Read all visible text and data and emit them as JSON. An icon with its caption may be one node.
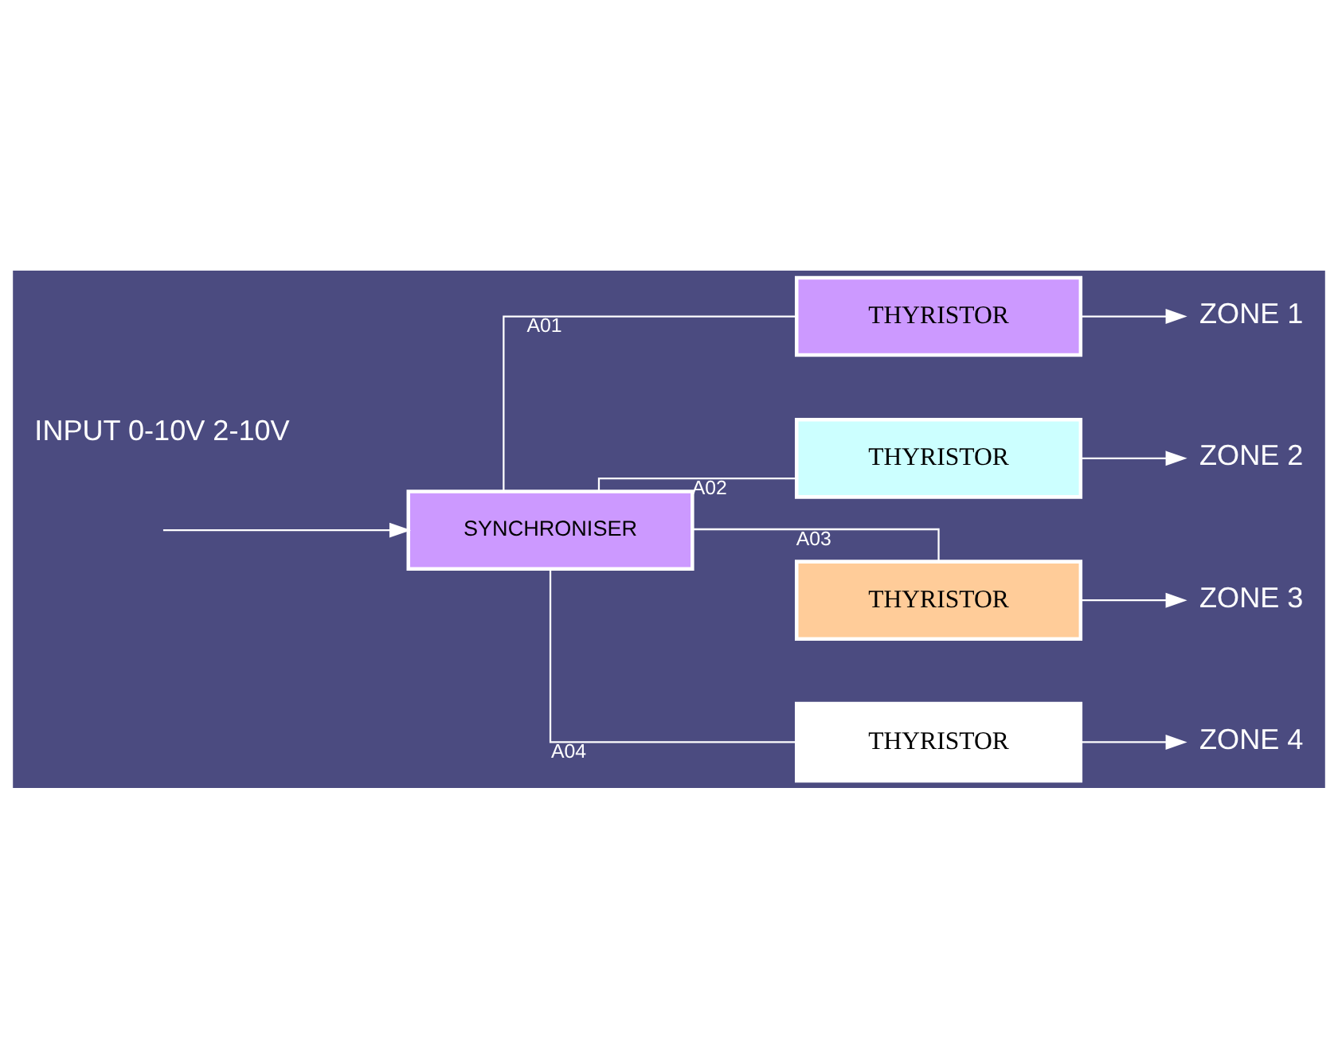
{
  "diagram": {
    "nodes": [
      {
        "text": [
          "SYNCHRONISER"
        ]
      },
      {
        "text": [
          "THYRISTOR"
        ]
      },
      {
        "text": [
          "THYRISTOR"
        ]
      },
      {
        "text": [
          "THYRISTOR"
        ]
      },
      {
        "text": [
          "THYRISTOR"
        ]
      },
      {
        "text": [
          "ZONE 1"
        ]
      },
      {
        "text": [
          "ZONE 2"
        ]
      },
      {
        "text": [
          "ZONE 3"
        ]
      },
      {
        "text": [
          "ZONE 4"
        ]
      }
    ],
    "edges": [
      {
        "from": null,
        "to": 0,
        "arrow": "to"
      },
      {
        "from": 0,
        "to": 1,
        "arrow": "none",
        "label": "A01"
      },
      {
        "from": 0,
        "to": 2,
        "arrow": "none",
        "label": "A02"
      },
      {
        "from": 0,
        "to": 3,
        "arrow": "none",
        "label": "A03"
      },
      {
        "from": 0,
        "to": 4,
        "arrow": "none",
        "label": "A04"
      },
      {
        "from": 1,
        "to": 5,
        "arrow": "to"
      },
      {
        "from": 2,
        "to": 6,
        "arrow": "to"
      },
      {
        "from": 3,
        "to": 7,
        "arrow": "to"
      },
      {
        "from": 4,
        "to": 8,
        "arrow": "to"
      }
    ],
    "labels": [
      "INPUT 0-10V 2-10V"
    ]
  }
}
